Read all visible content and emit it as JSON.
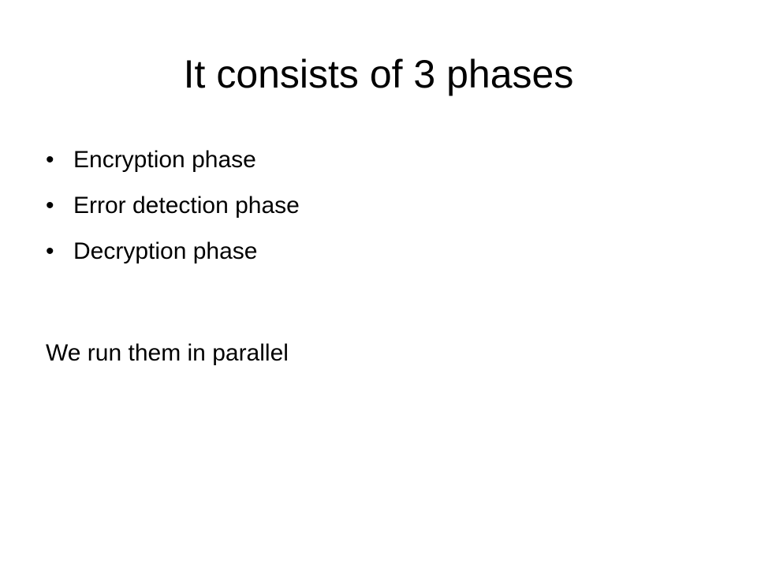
{
  "slide": {
    "title": "It consists of 3 phases",
    "bullet_glyph": "•",
    "bullets": [
      {
        "label": "Encryption phase"
      },
      {
        "label": "Error detection phase"
      },
      {
        "label": "Decryption phase"
      }
    ],
    "note": "We run them in parallel"
  }
}
